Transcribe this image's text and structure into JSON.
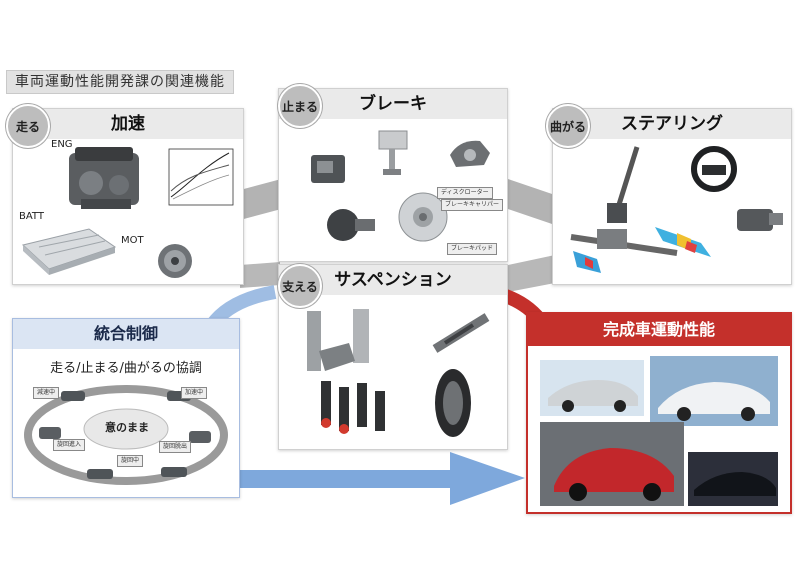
{
  "header": {
    "title": "車両運動性能開発課の関連機能"
  },
  "panels": {
    "acceleration": {
      "badge": "走る",
      "title": "加速",
      "labels": {
        "eng": "ENG",
        "batt": "BATT",
        "mot": "MOT"
      }
    },
    "brake": {
      "badge": "止まる",
      "title": "ブレーキ",
      "labels": {
        "disc_rotor": "ディスクローター",
        "caliper": "ブレーキキャリパー",
        "pad": "ブレーキパッド"
      }
    },
    "steering": {
      "badge": "曲がる",
      "title": "ステアリング"
    },
    "suspension": {
      "badge": "支える",
      "title": "サスペンション"
    },
    "integrated": {
      "title": "統合制御",
      "subtitle": "走る/止まる/曲がるの協調",
      "center_label": "意のまま",
      "tags": {
        "decel": "減速中",
        "accel": "加速中",
        "turn_in": "旋回進入",
        "turn": "旋回中",
        "turn_exit": "旋回脱出"
      }
    },
    "complete": {
      "title": "完成車運動性能"
    }
  },
  "colors": {
    "accent_red": "#c4302b",
    "accent_blue": "#4a86c8",
    "arrow_gray": "#b0b0b0"
  }
}
